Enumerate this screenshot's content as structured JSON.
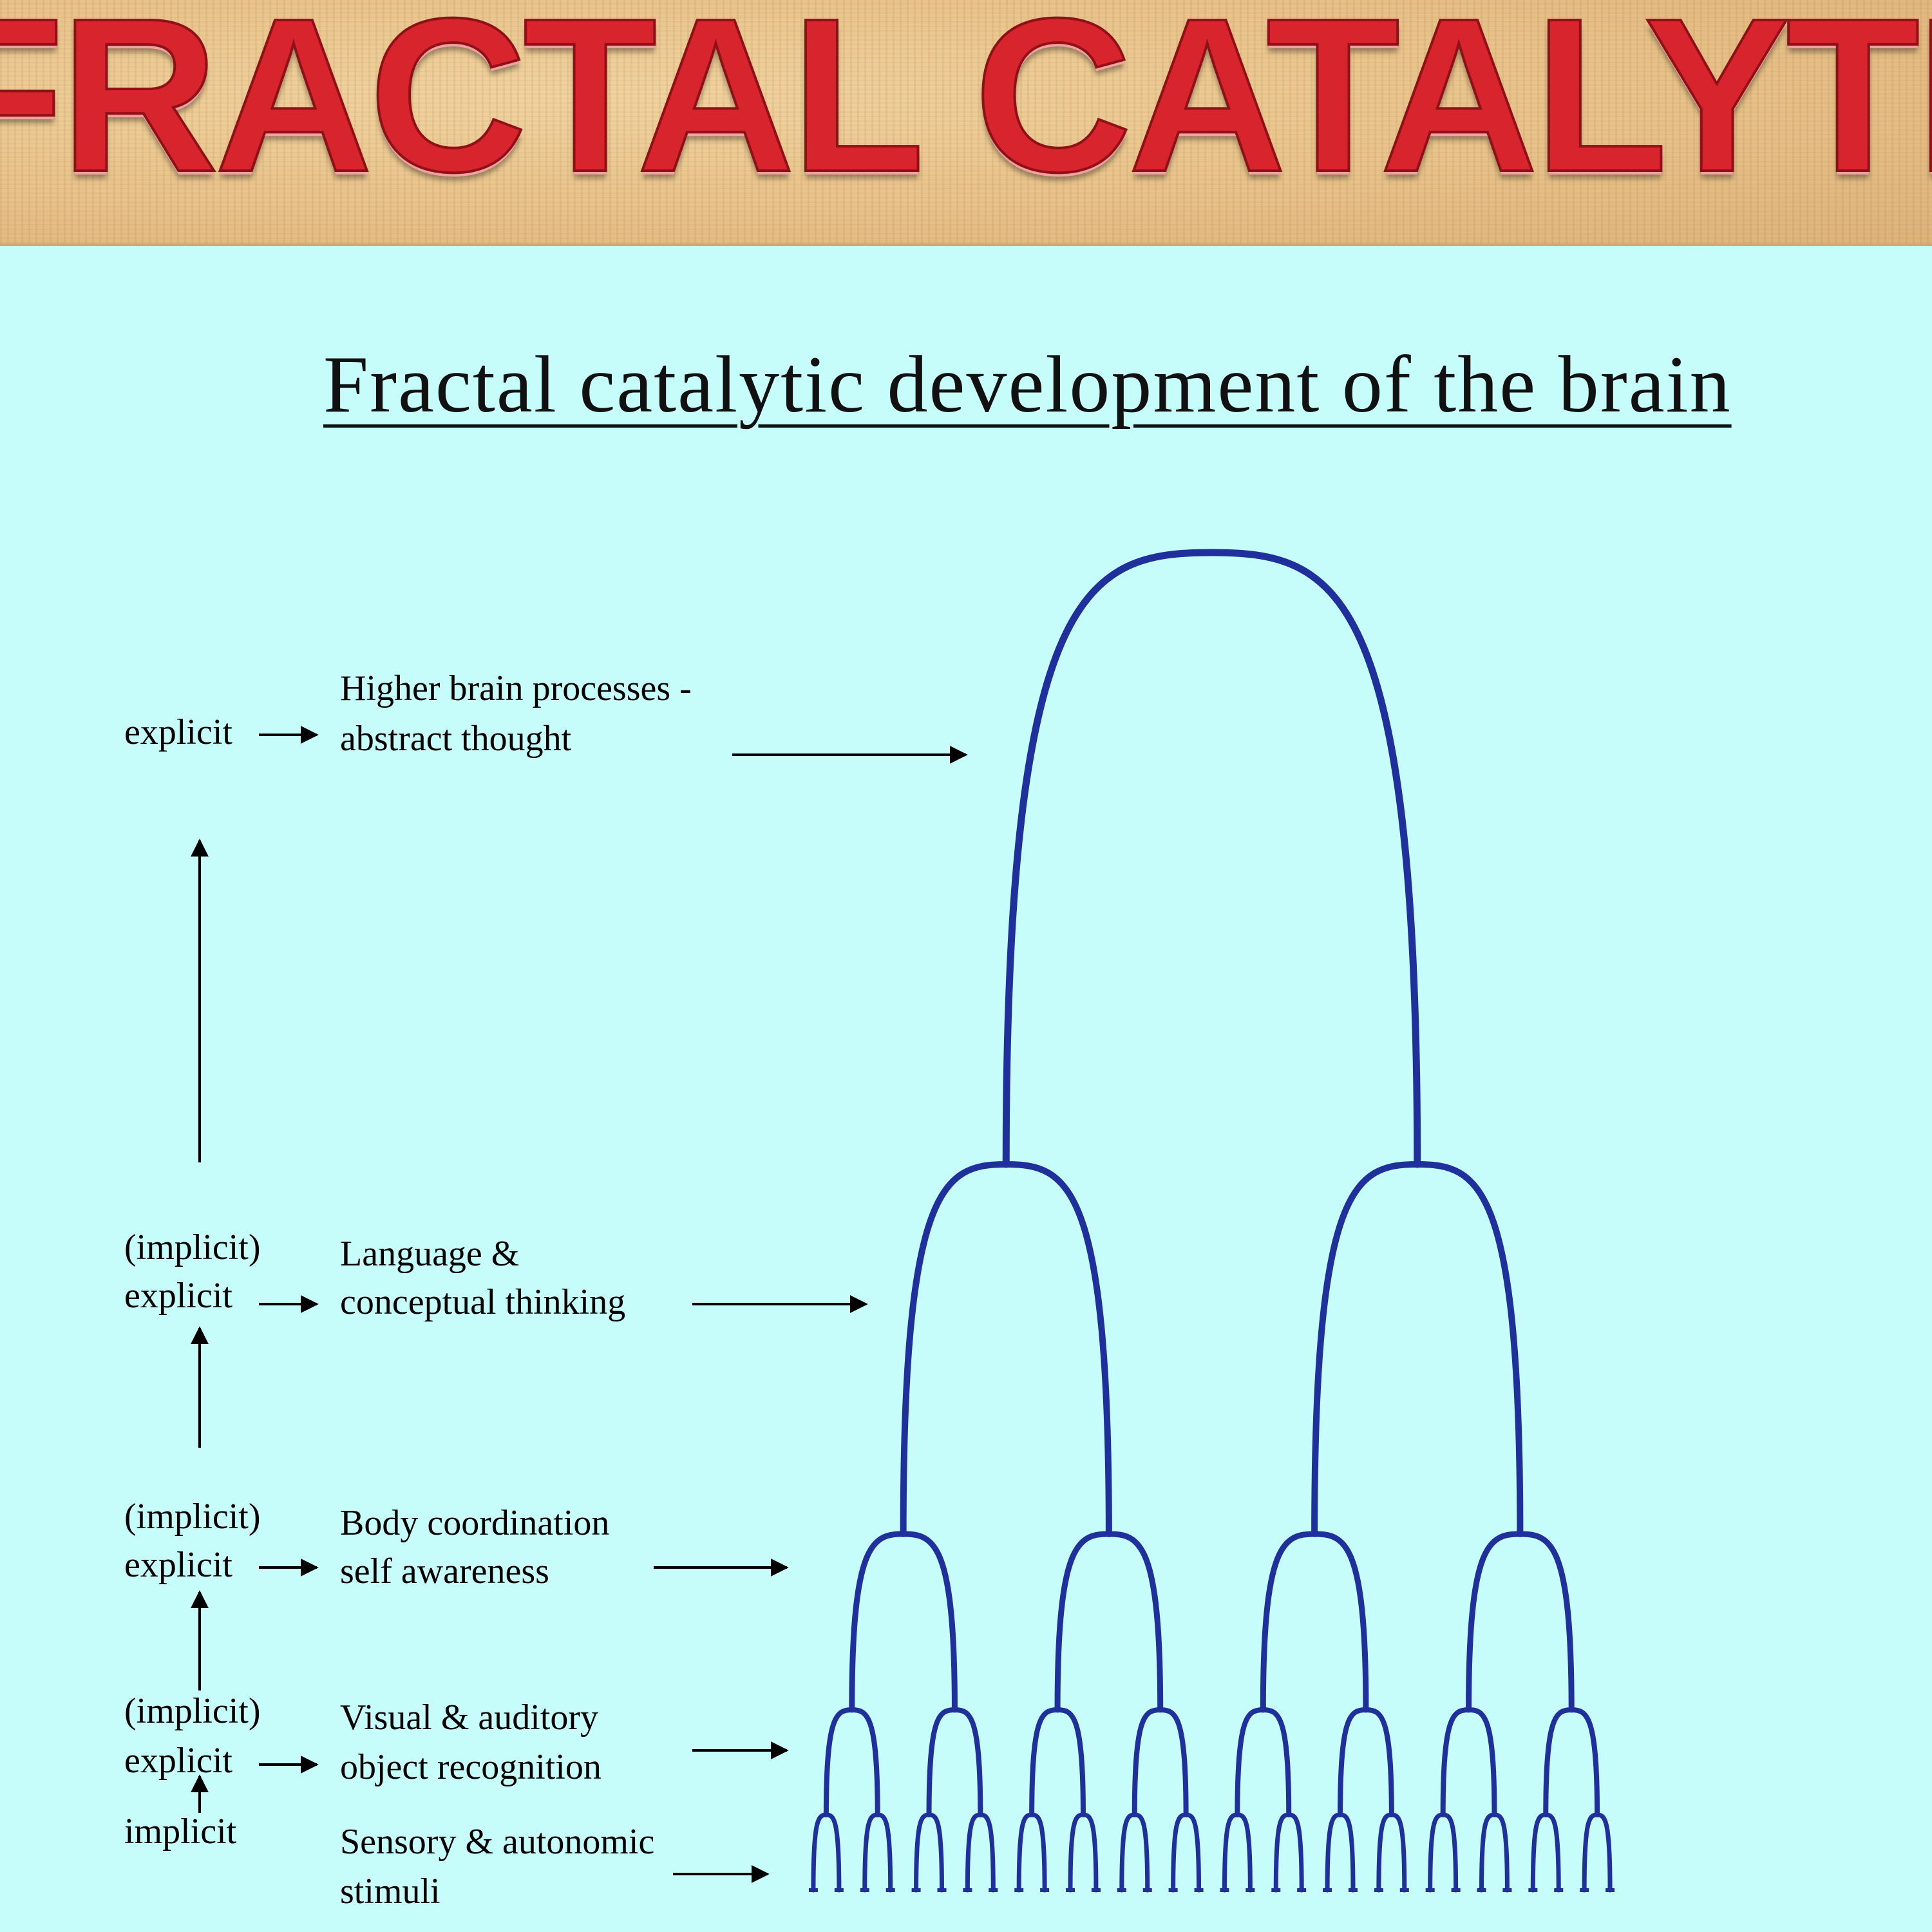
{
  "banner": {
    "text": "FRACTAL CATALYTIC TH"
  },
  "diagram": {
    "title": "Fractal catalytic development of the brain",
    "levels": [
      {
        "mode_lines": [
          "explicit"
        ],
        "label_lines": [
          "Higher brain processes  -",
          "abstract thought"
        ]
      },
      {
        "mode_lines": [
          "(implicit)",
          "explicit"
        ],
        "label_lines": [
          "Language &",
          "conceptual thinking"
        ]
      },
      {
        "mode_lines": [
          "(implicit)",
          "explicit"
        ],
        "label_lines": [
          "Body coordination",
          "self awareness"
        ]
      },
      {
        "mode_lines": [
          "(implicit)",
          "explicit"
        ],
        "label_lines": [
          "Visual & auditory",
          "object recognition"
        ]
      },
      {
        "mode_lines": [
          "implicit"
        ],
        "label_lines": [
          "Sensory & autonomic",
          "stimuli"
        ]
      }
    ],
    "colors": {
      "tree": "#1f2f9c",
      "arrows": "#000000",
      "background": "#c6fcfa"
    }
  }
}
